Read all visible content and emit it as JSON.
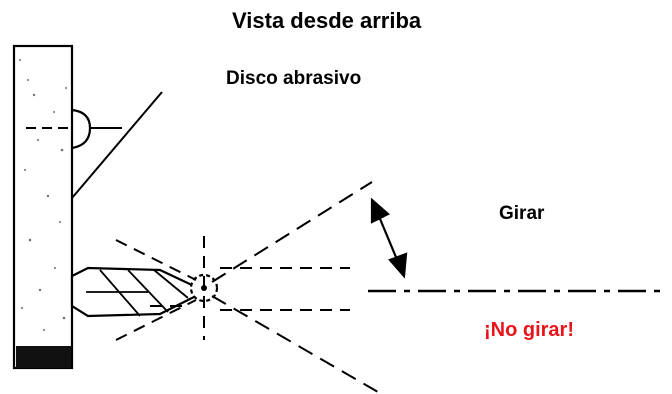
{
  "diagram": {
    "title": "Vista desde arriba",
    "disc_label": "Disco abrasivo",
    "rotate_label": "Girar",
    "no_rotate_label": "¡No girar!",
    "colors": {
      "ink": "#000000",
      "warning": "#e8141b",
      "background": "#ffffff"
    },
    "icons": {
      "rotation_arrow": "double-headed-arrow"
    }
  }
}
